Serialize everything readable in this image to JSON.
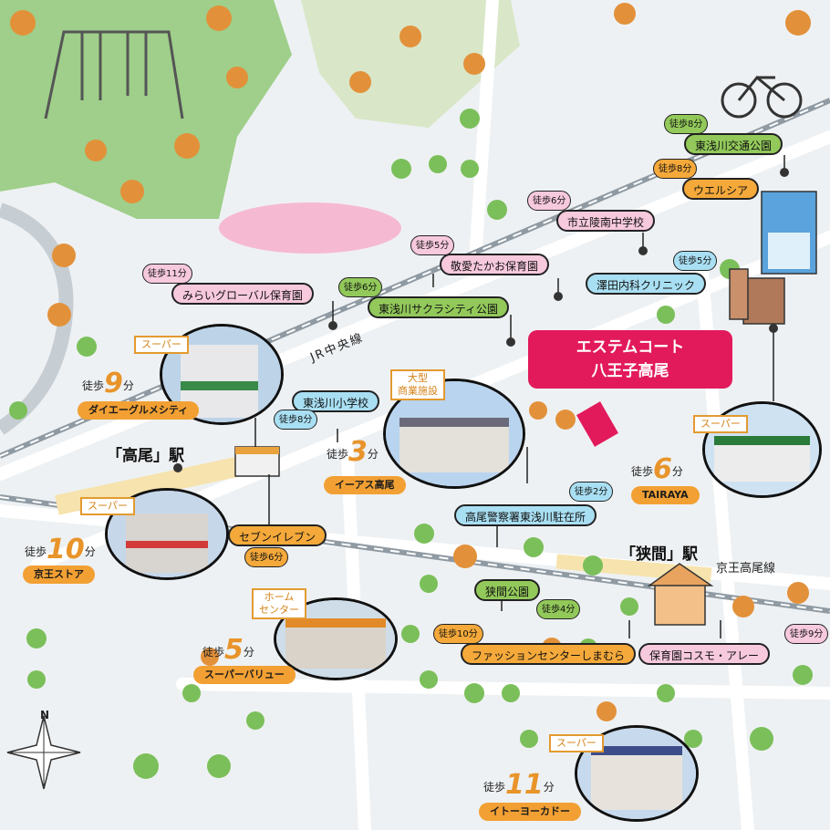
{
  "property": {
    "line1": "エステムコート",
    "line2": "八王子高尾"
  },
  "railways": {
    "jr": "JR中央線",
    "keio": "京王高尾線"
  },
  "stations": {
    "takao": "「高尾」駅",
    "hazama": "「狭間」駅"
  },
  "icons": [
    "compass-icon",
    "tree-icon",
    "swing-icon",
    "bicycle-icon",
    "store-icon",
    "clinic-icon",
    "nursery-icon",
    "pharmacy-icon"
  ],
  "colors": {
    "pink": "#f7c9dd",
    "green": "#92c95a",
    "blue": "#a9dff3",
    "orange": "#f4a93a",
    "property": "#e21a5c",
    "accent": "#e8942a"
  },
  "pois": [
    {
      "id": "mirai",
      "name": "みらいグローバル保育園",
      "walk": "徒歩11分"
    },
    {
      "id": "keiai",
      "name": "敬愛たかお保育園",
      "walk": "徒歩5分"
    },
    {
      "id": "ryonan",
      "name": "市立陵南中学校",
      "walk": "徒歩6分"
    },
    {
      "id": "sakura",
      "name": "東浅川サクラシティ公園",
      "walk": "徒歩6分"
    },
    {
      "id": "kotsu",
      "name": "東浅川交通公園",
      "walk": "徒歩8分"
    },
    {
      "id": "welcia",
      "name": "ウエルシア",
      "walk": "徒歩8分"
    },
    {
      "id": "sawada",
      "name": "澤田内科クリニック",
      "walk": "徒歩5分"
    },
    {
      "id": "higashiasakawa",
      "name": "東浅川小学校",
      "walk": "徒歩8分"
    },
    {
      "id": "police",
      "name": "高尾警察署東浅川駐在所",
      "walk": "徒歩2分"
    },
    {
      "id": "seven",
      "name": "セブンイレブン",
      "walk": "徒歩6分"
    },
    {
      "id": "hazamapark",
      "name": "狭間公園",
      "walk": "徒歩4分"
    },
    {
      "id": "shimamura",
      "name": "ファッションセンターしまむら",
      "walk": "徒歩10分"
    },
    {
      "id": "cosmo",
      "name": "保育園コスモ・アレー",
      "walk": "徒歩9分"
    }
  ],
  "featured": [
    {
      "id": "daiei",
      "tag": "スーパー",
      "name": "ダイエーグルメシティ",
      "prefix": "徒歩",
      "num": "9",
      "unit": "分"
    },
    {
      "id": "keio",
      "tag": "スーパー",
      "name": "京王ストア",
      "prefix": "徒歩",
      "num": "10",
      "unit": "分"
    },
    {
      "id": "ias",
      "tag": "大型\n商業施設",
      "name": "イーアス高尾",
      "prefix": "徒歩",
      "num": "3",
      "unit": "分"
    },
    {
      "id": "tairaya",
      "tag": "スーパー",
      "name": "TAIRAYA",
      "prefix": "徒歩",
      "num": "6",
      "unit": "分"
    },
    {
      "id": "value",
      "tag": "ホーム\nセンター",
      "name": "スーパーバリュー",
      "prefix": "徒歩",
      "num": "5",
      "unit": "分"
    },
    {
      "id": "itoyokado",
      "tag": "スーパー",
      "name": "イトーヨーカドー",
      "prefix": "徒歩",
      "num": "11",
      "unit": "分"
    }
  ],
  "compass": {
    "north": "N"
  }
}
